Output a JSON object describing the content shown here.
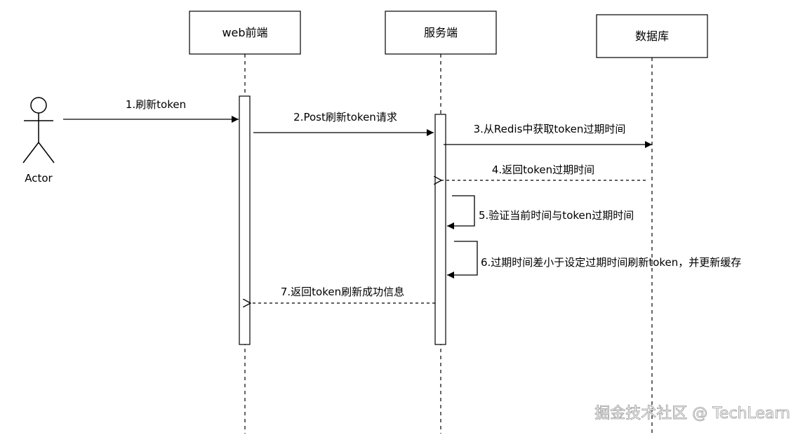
{
  "actor": {
    "label": "Actor"
  },
  "participants": [
    {
      "id": "web",
      "label": "web前端"
    },
    {
      "id": "server",
      "label": "服务端"
    },
    {
      "id": "db",
      "label": "数据库"
    }
  ],
  "messages": [
    {
      "id": "m1",
      "label": "1.刷新token",
      "from": "actor",
      "to": "web",
      "style": "solid"
    },
    {
      "id": "m2",
      "label": "2.Post刷新token请求",
      "from": "web",
      "to": "server",
      "style": "solid"
    },
    {
      "id": "m3",
      "label": "3.从Redis中获取token过期时间",
      "from": "server",
      "to": "db",
      "style": "solid"
    },
    {
      "id": "m4",
      "label": "4.返回token过期时间",
      "from": "db",
      "to": "server",
      "style": "dashed"
    },
    {
      "id": "m5",
      "label": "5.验证当前时间与token过期时间",
      "from": "server",
      "to": "server",
      "style": "self"
    },
    {
      "id": "m6",
      "label": "6.过期时间差小于设定过期时间刷新token，并更新缓存",
      "from": "server",
      "to": "server",
      "style": "self"
    },
    {
      "id": "m7",
      "label": "7.返回token刷新成功信息",
      "from": "server",
      "to": "web",
      "style": "dashed"
    }
  ],
  "watermark": "掘金技术社区 @ TechLearn",
  "colors": {
    "line": "#000000",
    "background": "#ffffff",
    "watermark": "#ffffff"
  }
}
